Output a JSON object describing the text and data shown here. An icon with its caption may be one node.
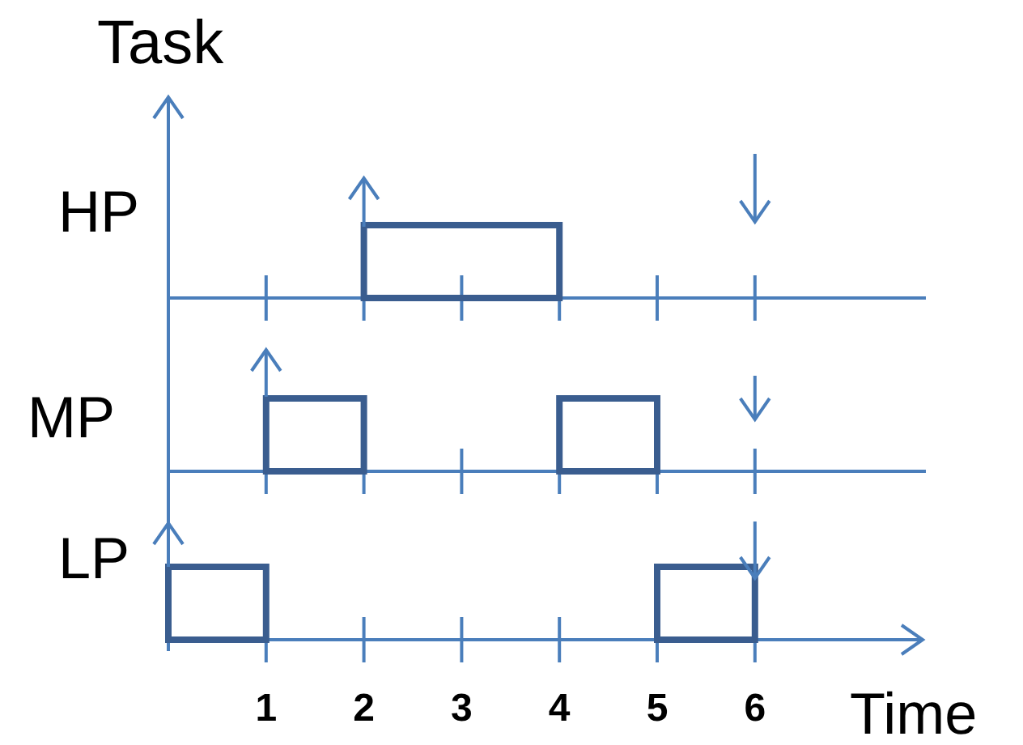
{
  "diagram": {
    "labels": [
      "Task",
      "HP",
      "MP",
      "LP",
      "1",
      "2",
      "3",
      "4",
      "5",
      "6",
      "Time"
    ]
  }
}
